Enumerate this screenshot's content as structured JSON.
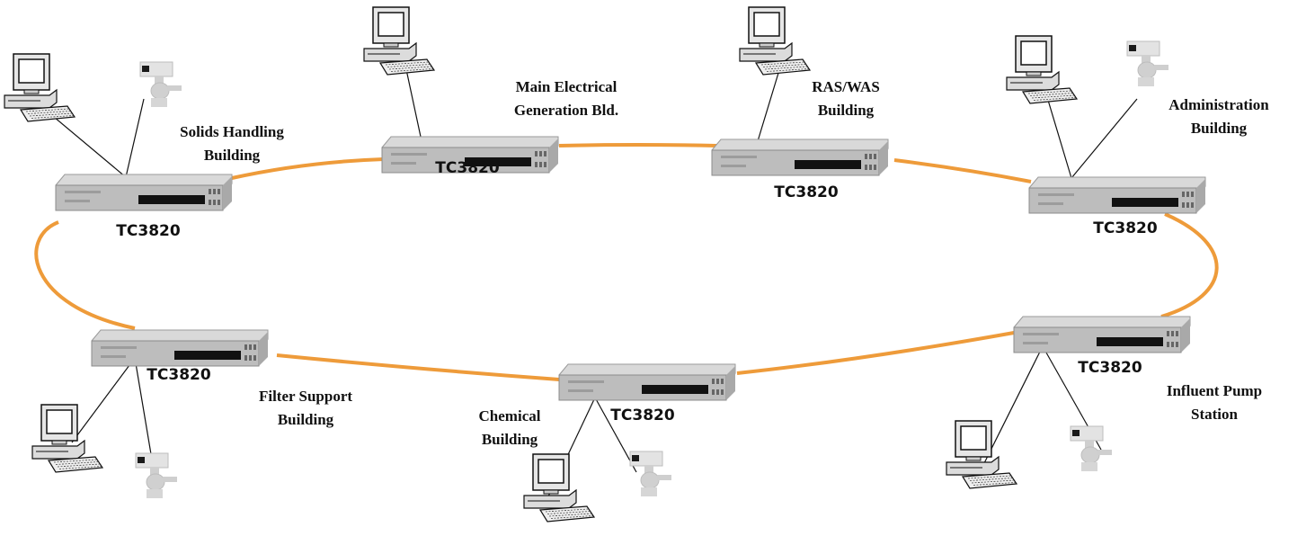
{
  "colors": {
    "ring": "#ee9b3a",
    "device_body": "#d9d9d9",
    "device_face": "#bdbdbd",
    "line": "#111111"
  },
  "icons": {
    "pc": "computer-icon",
    "camera": "camera-icon",
    "switch": "switch-device"
  },
  "nodes": [
    {
      "id": "solids",
      "model": "TC3820",
      "building_lines": [
        "Solids Handling",
        "Building"
      ],
      "pc": true,
      "camera": true
    },
    {
      "id": "main-electrical",
      "model": "TC3820",
      "building_lines": [
        "Main Electrical",
        "Generation Bld."
      ],
      "pc": true,
      "camera": false
    },
    {
      "id": "ras-was",
      "model": "TC3820",
      "building_lines": [
        "RAS/WAS",
        "Building"
      ],
      "pc": true,
      "camera": false
    },
    {
      "id": "administration",
      "model": "TC3820",
      "building_lines": [
        "Administration",
        "Building"
      ],
      "pc": true,
      "camera": true
    },
    {
      "id": "influent",
      "model": "TC3820",
      "building_lines": [
        "Influent Pump",
        "Station"
      ],
      "pc": true,
      "camera": true
    },
    {
      "id": "chemical",
      "model": "TC3820",
      "building_lines": [
        "Chemical",
        "Building"
      ],
      "pc": true,
      "camera": true
    },
    {
      "id": "filter",
      "model": "TC3820",
      "building_lines": [
        "Filter Support",
        "Building"
      ],
      "pc": true,
      "camera": true
    }
  ]
}
